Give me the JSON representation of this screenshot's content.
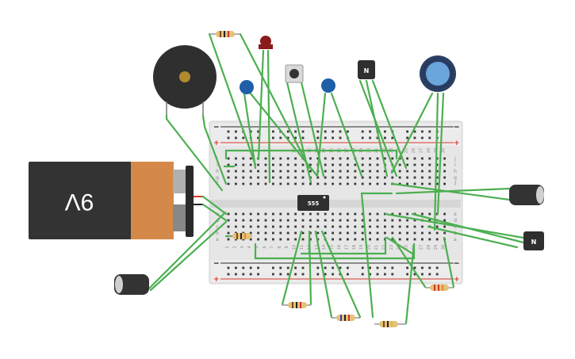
{
  "battery": {
    "label": "9V",
    "body_color": "#333333",
    "cap_color": "#d4894a"
  },
  "ic": {
    "label": "555"
  },
  "transistors": [
    {
      "id": "q1",
      "label": "N"
    },
    {
      "id": "q2",
      "label": "N"
    }
  ],
  "breadboard": {
    "row_letters_top": [
      "j",
      "i",
      "h",
      "g",
      "f"
    ],
    "row_letters_bottom": [
      "e",
      "d",
      "c",
      "b",
      "a"
    ],
    "column_numbers": [
      "1",
      "2",
      "3",
      "4",
      "5",
      "6",
      "7",
      "8",
      "9",
      "10",
      "11",
      "12",
      "13",
      "14",
      "15",
      "16",
      "17",
      "18",
      "19",
      "20",
      "21",
      "22",
      "23",
      "24",
      "25",
      "26",
      "27",
      "28",
      "29",
      "30"
    ],
    "rail_plus": "+",
    "rail_minus": "−",
    "rail_plus_color": "#d9372b",
    "rail_minus_color": "#2a2a2a"
  },
  "colors": {
    "wire": "#4caf50",
    "cap_ceramic": "#1e5fa8",
    "led": "#8b1a1a",
    "buzzer": "#2f2f2f",
    "electrolytic": "#333333"
  }
}
